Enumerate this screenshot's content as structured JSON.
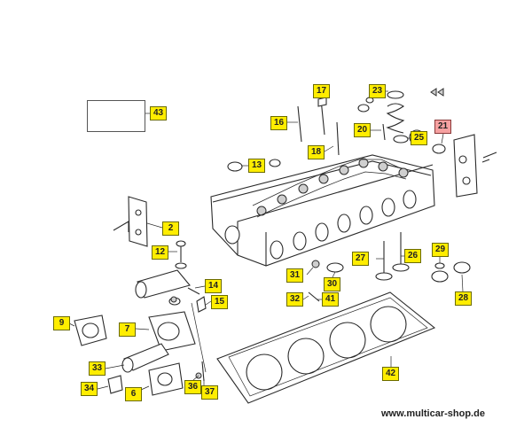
{
  "diagram": {
    "footer_text": "www.multicar-shop.de",
    "highlight_color": "#f6a1a1",
    "callout_color": "#ffed00",
    "callouts": [
      "2",
      "6",
      "7",
      "9",
      "12",
      "13",
      "14",
      "15",
      "16",
      "17",
      "18",
      "20",
      "21",
      "23",
      "25",
      "26",
      "27",
      "28",
      "29",
      "30",
      "31",
      "32",
      "33",
      "34",
      "36",
      "37",
      "41",
      "42",
      "43"
    ]
  }
}
